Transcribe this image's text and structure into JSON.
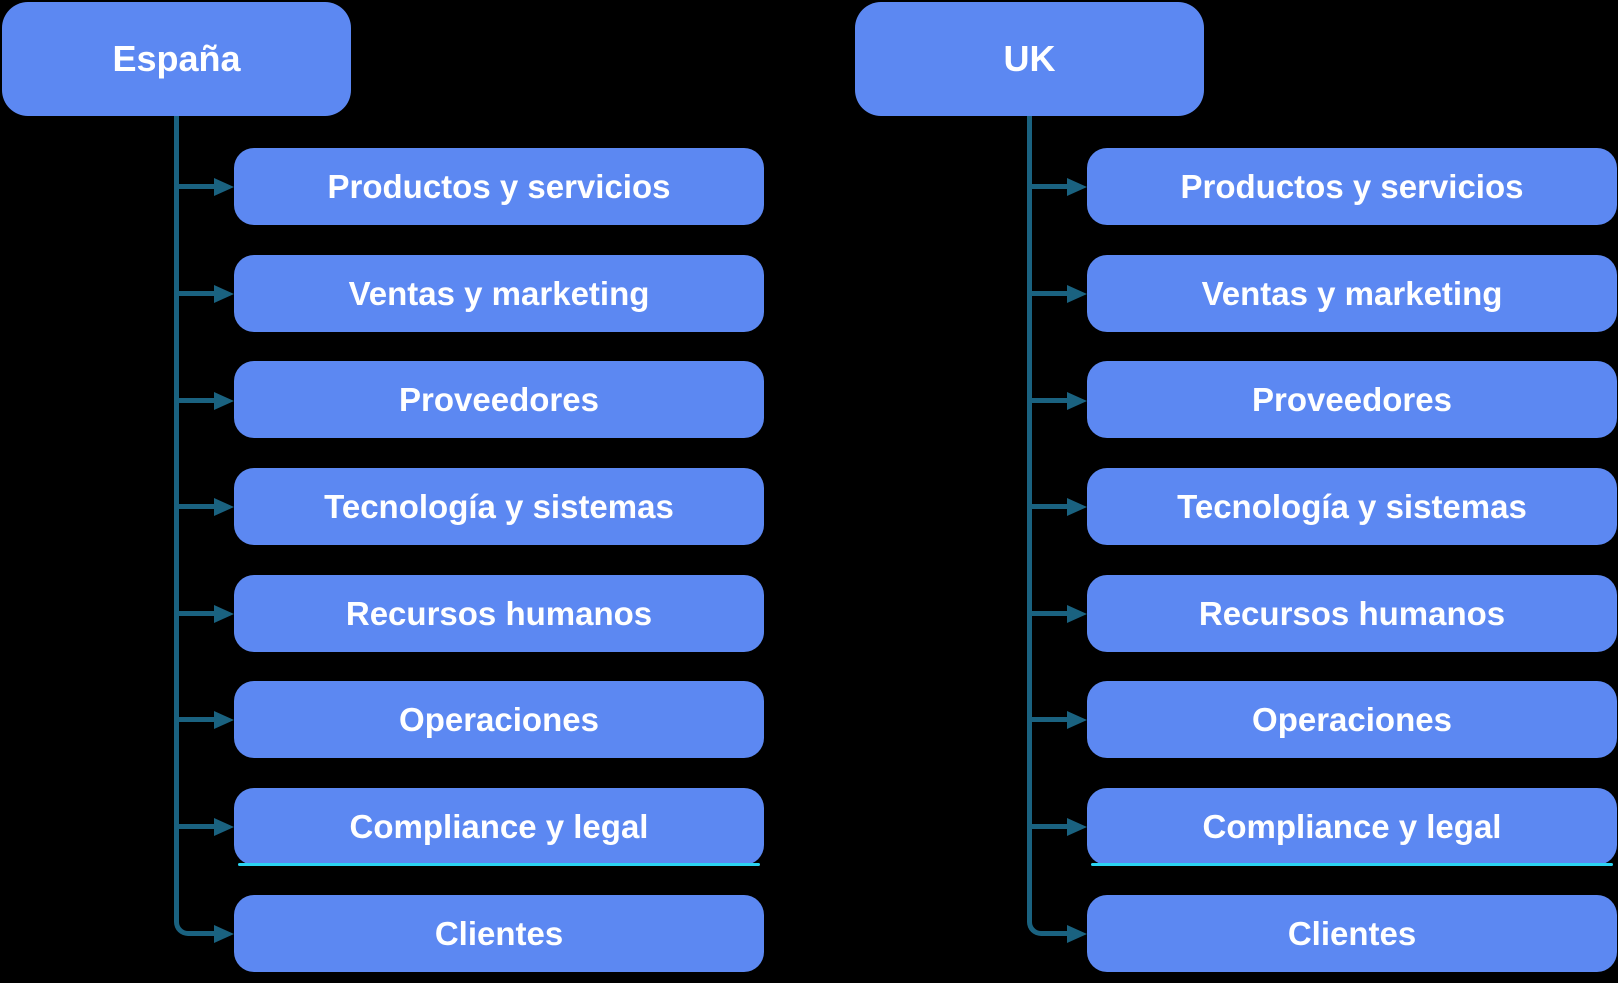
{
  "diagram": {
    "background_color": "#000000",
    "node_fill_color": "#5C88F2",
    "node_text_color": "#FFFFFF",
    "connector_color": "#1A6280",
    "artifact_line_color": "#2BD4F2",
    "trees": [
      {
        "id": "espana",
        "root": "España",
        "children": [
          "Productos y servicios",
          "Ventas y marketing",
          "Proveedores",
          "Tecnología y sistemas",
          "Recursos humanos",
          "Operaciones",
          "Compliance y legal",
          "Clientes"
        ]
      },
      {
        "id": "uk",
        "root": "UK",
        "children": [
          "Productos y servicios",
          "Ventas y marketing",
          "Proveedores",
          "Tecnología y sistemas",
          "Recursos humanos",
          "Operaciones",
          "Compliance y legal",
          "Clientes"
        ]
      }
    ]
  }
}
